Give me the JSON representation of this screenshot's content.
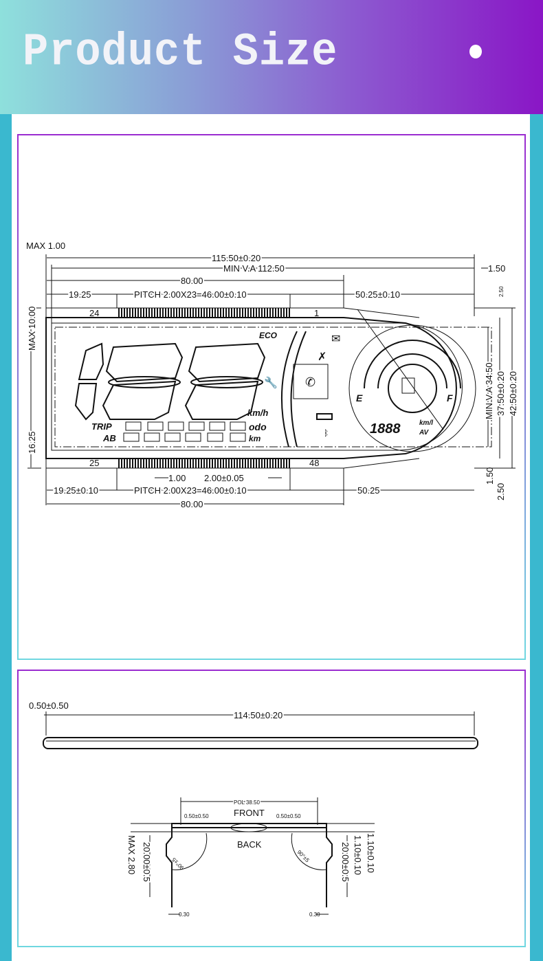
{
  "header": {
    "title": "Product Size"
  },
  "top_view": {
    "max_thickness_left": "MAX 1.00",
    "overall_width": "115.50±0.20",
    "min_view_area_width": "MIN V.A 112.50",
    "pin_span_top": "80.00",
    "left_offset_top": "19.25",
    "pitch_top": "PITCH 2.00X23=46.00±0.10",
    "right_offset_top": "50.25±0.10",
    "right_margin": "1.50",
    "right_small": "2.50",
    "pin_top_left": "24",
    "pin_top_right": "1",
    "pin_bottom_left": "25",
    "pin_bottom_right": "48",
    "pin_width": "1.00",
    "pin_pitch": "2.00±0.05",
    "left_offset_bottom": "19.25±0.10",
    "pitch_bottom": "PITCH 2.00X23=46.00±0.10",
    "right_offset_bottom": "50.25",
    "pin_span_bottom": "80.00",
    "max_height_left": "MAX 10.00",
    "left_lower": "16.25",
    "min_view_area_height": "MIN V.A 34.50",
    "glass_height": "37.50±0.20",
    "overall_height": "42.50±0.20",
    "bottom_margin": "1.50",
    "bottom_margin2": "2.50",
    "lcd": {
      "eco": "ECO",
      "speed_unit": "km/h",
      "trip": "TRIP",
      "odo": "odo",
      "ab": "AB",
      "km": "km",
      "fuel_unit": "km/l",
      "av": "AV",
      "empty": "E",
      "full": "F"
    }
  },
  "side_view": {
    "left_offset": "0.50±0.50",
    "width": "114.50±0.20",
    "pol": "POL 38.50",
    "front": "FRONT",
    "back": "BACK",
    "pol_left": "0.50±0.50",
    "pol_right": "0.50±0.50",
    "max_thickness": "MAX 2.80",
    "pin_len_left": "20.00±0.5",
    "pin_len_right": "20.00±0.5",
    "glass_t1": "1.10±0.10",
    "glass_t2": "1.10±0.10",
    "angle_left": "90°±5",
    "angle_right": "90°±5",
    "pin_t_left": "0.30",
    "pin_t_right": "0.30"
  }
}
